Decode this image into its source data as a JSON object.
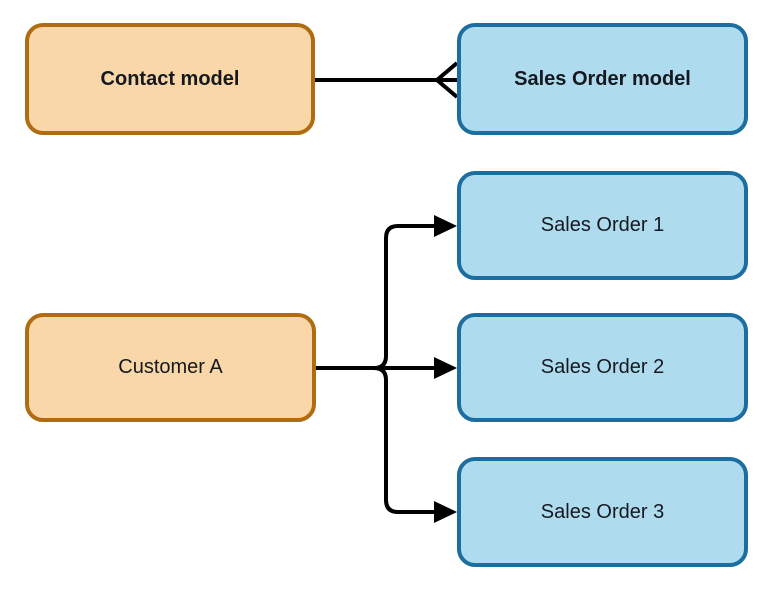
{
  "colors": {
    "canvas_bg": "#ffffff",
    "orange_fill": "#FAD7A8",
    "orange_border": "#B06C11",
    "blue_fill": "#AEDCEE",
    "blue_border": "#1C6EA0",
    "connector": "#000000",
    "text": "#14181F"
  },
  "nodes": {
    "contact_model": {
      "label": "Contact model"
    },
    "sales_order_model": {
      "label": "Sales Order model"
    },
    "customer_a": {
      "label": "Customer A"
    },
    "sales_order_1": {
      "label": "Sales Order 1"
    },
    "sales_order_2": {
      "label": "Sales Order 2"
    },
    "sales_order_3": {
      "label": "Sales Order 3"
    }
  },
  "edges": [
    {
      "from": "Contact model",
      "to": "Sales Order model",
      "type": "one-to-many",
      "marker": "crow-foot at Sales Order model"
    },
    {
      "from": "Customer A",
      "to": "Sales Order 1",
      "type": "arrow"
    },
    {
      "from": "Customer A",
      "to": "Sales Order 2",
      "type": "arrow"
    },
    {
      "from": "Customer A",
      "to": "Sales Order 3",
      "type": "arrow"
    }
  ]
}
